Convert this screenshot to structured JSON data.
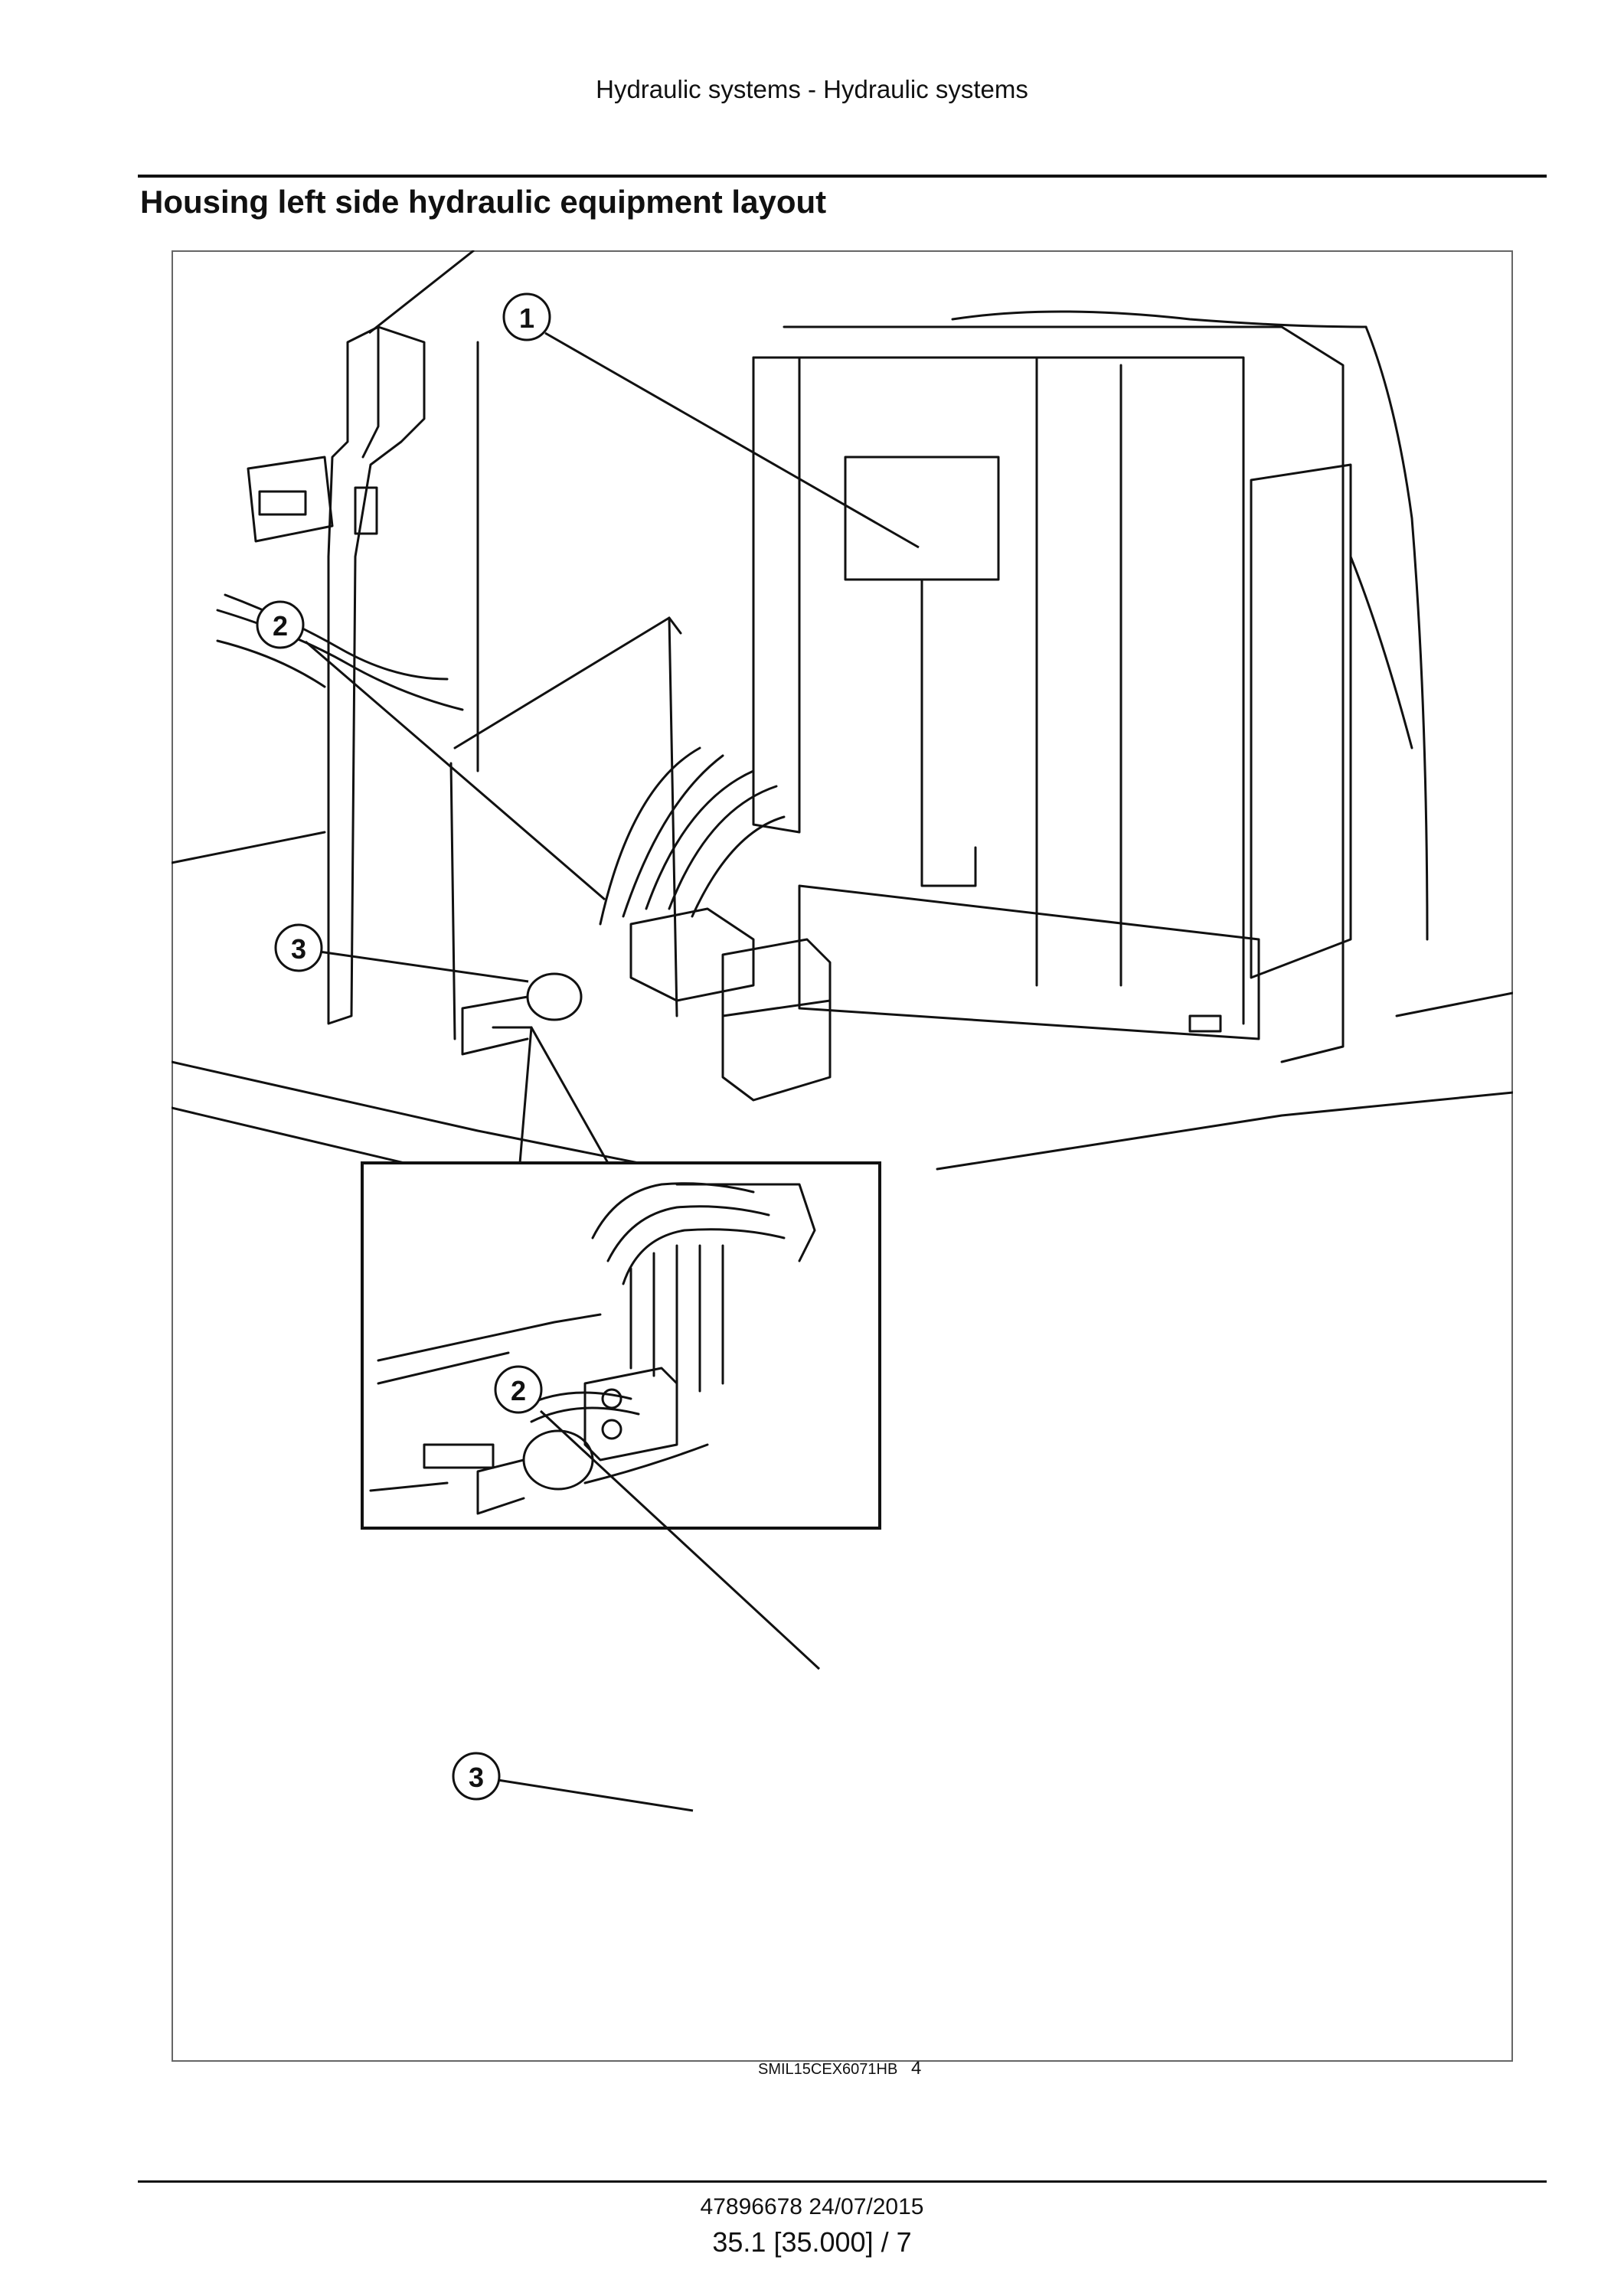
{
  "header": {
    "running_title": "Hydraulic systems - Hydraulic systems"
  },
  "page": {
    "title": "Housing left side hydraulic equipment layout"
  },
  "figure": {
    "callouts": [
      "1",
      "2",
      "3"
    ],
    "detail_callouts": [
      "2",
      "3"
    ],
    "image_id": "SMIL15CEX6071HB",
    "figure_number": "4"
  },
  "footer": {
    "doc_code": "47896678 24/07/2015",
    "page_ref": "35.1 [35.000] / 7"
  }
}
